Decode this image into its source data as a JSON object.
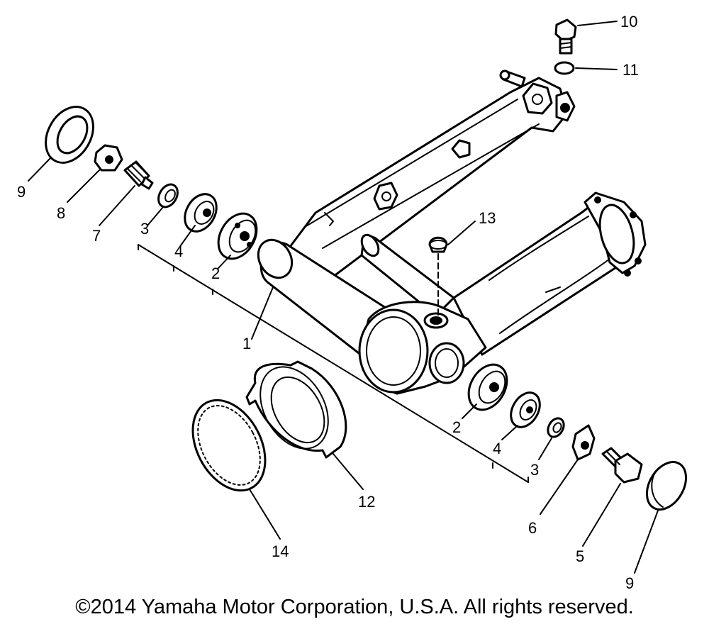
{
  "callouts": {
    "c1": "1",
    "c2a": "2",
    "c2b": "2",
    "c3a": "3",
    "c3b": "3",
    "c4a": "4",
    "c4b": "4",
    "c5": "5",
    "c6": "6",
    "c7": "7",
    "c8": "8",
    "c9a": "9",
    "c9b": "9",
    "c10": "10",
    "c11": "11",
    "c12": "12",
    "c13": "13",
    "c14": "14"
  },
  "copyright": "©2014 Yamaha Motor Corporation, U.S.A. All rights reserved."
}
